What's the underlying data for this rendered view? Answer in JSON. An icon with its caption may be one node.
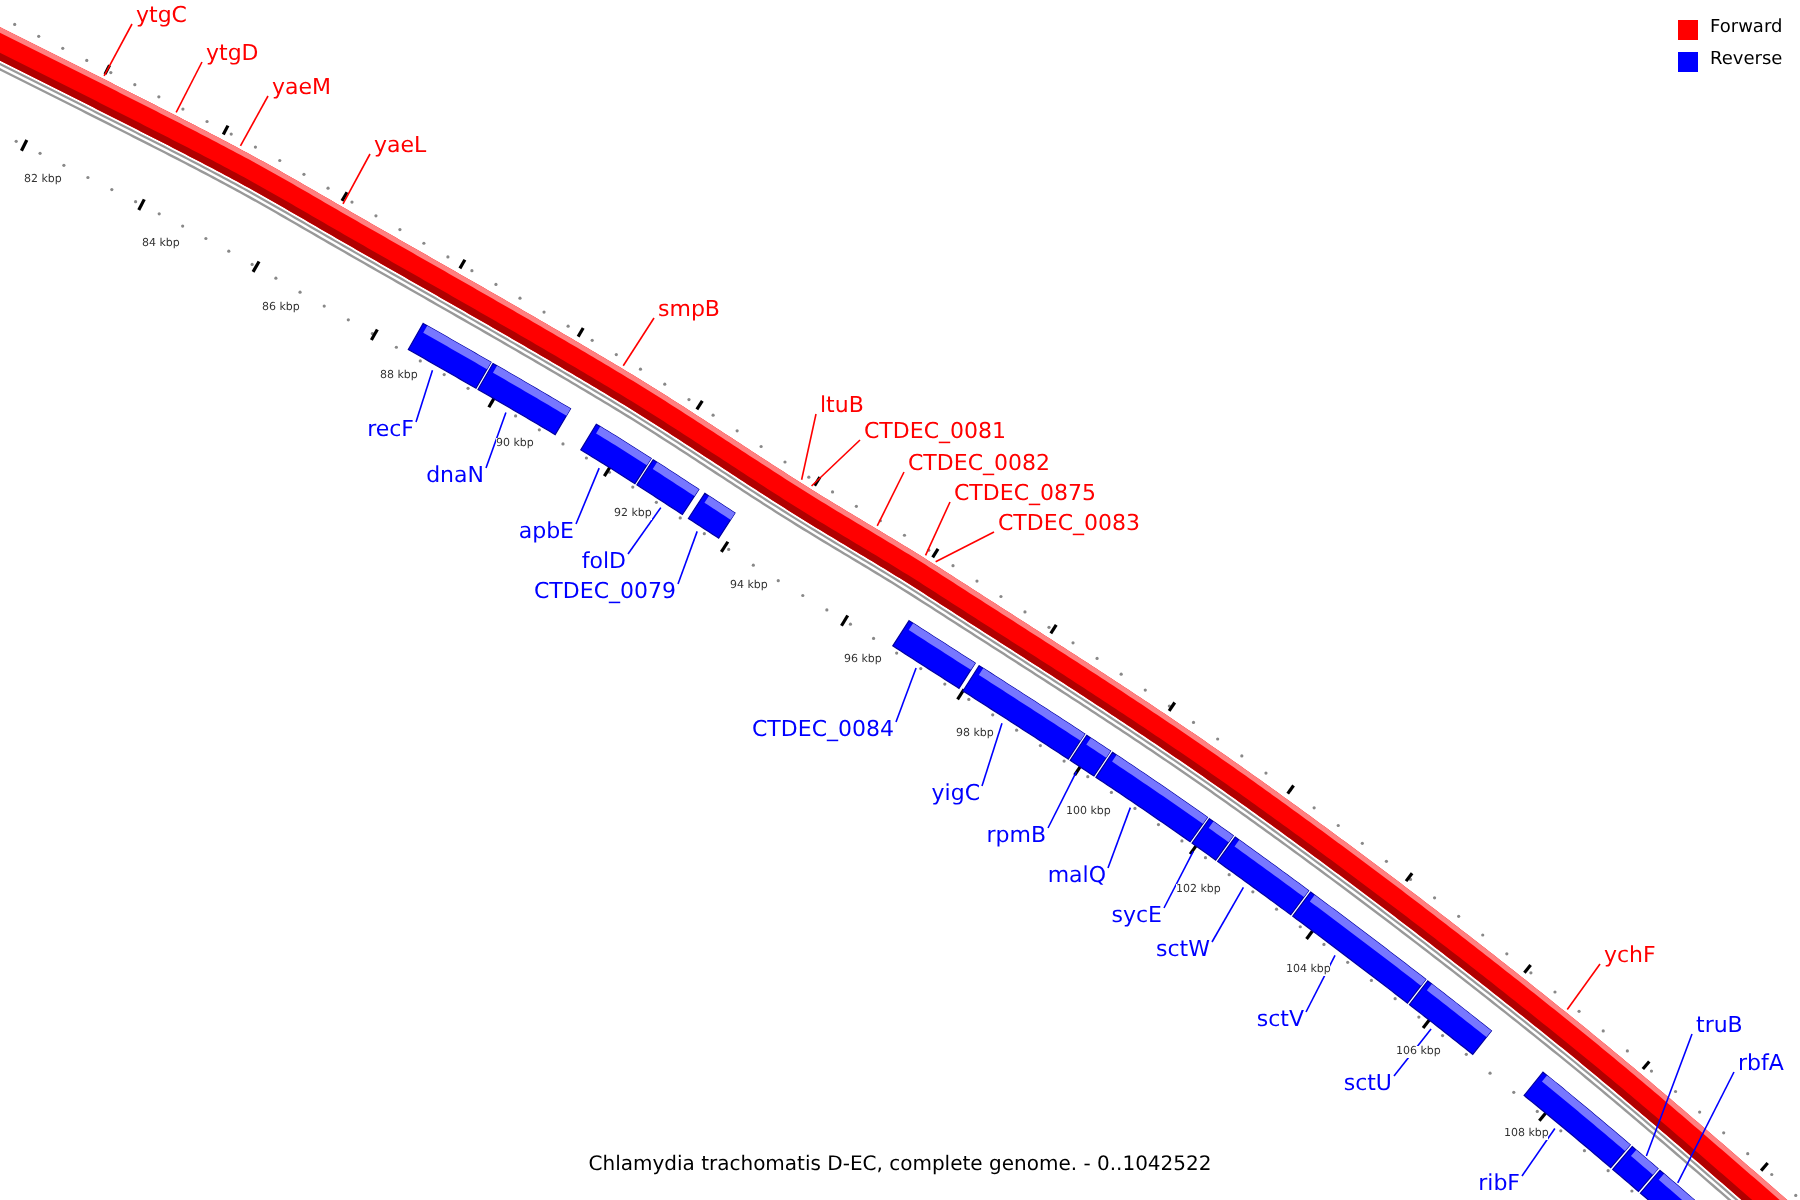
{
  "diagram": {
    "caption": "Chlamydia trachomatis D-EC, complete genome. - 0..1042522",
    "nodes": [
      {
        "text": [
          "ytgC"
        ]
      },
      {
        "text": [
          "ytgD"
        ]
      },
      {
        "text": [
          "yaeM"
        ]
      },
      {
        "text": [
          "yaeL"
        ]
      },
      {
        "text": [
          "smpB"
        ]
      },
      {
        "text": [
          "recF"
        ]
      },
      {
        "text": [
          "dnaN"
        ]
      },
      {
        "text": [
          "ltuB"
        ]
      },
      {
        "text": [
          "CTDEC_0081"
        ]
      },
      {
        "text": [
          "apbE"
        ]
      },
      {
        "text": [
          "CTDEC_0082"
        ]
      },
      {
        "text": [
          "folD"
        ]
      },
      {
        "text": [
          "CTDEC_0875"
        ]
      },
      {
        "text": [
          "CTDEC_0083"
        ]
      },
      {
        "text": [
          "CTDEC_0079"
        ]
      },
      {
        "text": [
          "CTDEC_0084"
        ]
      },
      {
        "text": [
          "yigC"
        ]
      },
      {
        "text": [
          "rpmB"
        ]
      },
      {
        "text": [
          "malQ"
        ]
      },
      {
        "text": [
          "sycE"
        ]
      },
      {
        "text": [
          "sctW"
        ]
      },
      {
        "text": [
          "ychF"
        ]
      },
      {
        "text": [
          "sctV"
        ]
      },
      {
        "text": [
          "truB"
        ]
      },
      {
        "text": [
          "rbfA"
        ]
      },
      {
        "text": [
          "sctU"
        ]
      },
      {
        "text": [
          "ribF"
        ]
      },
      {
        "text": [],
        "shape": "bar"
      },
      {
        "text": [],
        "shape": "bar"
      },
      {
        "text": [],
        "shape": "bar"
      },
      {
        "text": [],
        "shape": "bar"
      },
      {
        "text": [],
        "shape": "bar"
      },
      {
        "text": [],
        "shape": "bar"
      },
      {
        "text": [],
        "shape": "bar"
      },
      {
        "text": [],
        "shape": "bar"
      },
      {
        "text": [],
        "shape": "bar"
      },
      {
        "text": [],
        "shape": "bar"
      },
      {
        "text": [],
        "shape": "bar"
      },
      {
        "text": [],
        "shape": "bar"
      },
      {
        "text": [],
        "shape": "bar"
      },
      {
        "text": [],
        "shape": "bar"
      },
      {
        "text": [],
        "shape": "bar"
      },
      {
        "text": [],
        "shape": "bar"
      }
    ],
    "edges": [
      {
        "from": 0,
        "to": null,
        "arrow": "none",
        "color": "#ff0000"
      },
      {
        "from": 1,
        "to": null,
        "arrow": "none",
        "color": "#ff0000"
      },
      {
        "from": 2,
        "to": null,
        "arrow": "none",
        "color": "#ff0000"
      },
      {
        "from": 3,
        "to": null,
        "arrow": "none",
        "color": "#ff0000"
      },
      {
        "from": 4,
        "to": null,
        "arrow": "none",
        "color": "#ff0000"
      },
      {
        "from": 5,
        "to": 27,
        "arrow": "none"
      },
      {
        "from": 6,
        "to": 28,
        "arrow": "none"
      },
      {
        "from": 7,
        "to": null,
        "arrow": "none",
        "color": "#ff0000"
      },
      {
        "from": 8,
        "to": null,
        "arrow": "none",
        "color": "#ff0000"
      },
      {
        "from": 9,
        "to": 29,
        "arrow": "none"
      },
      {
        "from": 10,
        "to": null,
        "arrow": "none",
        "color": "#ff0000"
      },
      {
        "from": 11,
        "to": 30,
        "arrow": "none"
      },
      {
        "from": 12,
        "to": null,
        "arrow": "none",
        "color": "#ff0000"
      },
      {
        "from": 13,
        "to": null,
        "arrow": "none",
        "color": "#ff0000"
      },
      {
        "from": 14,
        "to": 31,
        "arrow": "none"
      },
      {
        "from": 15,
        "to": 32,
        "arrow": "none"
      },
      {
        "from": 16,
        "to": 33,
        "arrow": "none"
      },
      {
        "from": 17,
        "to": 34,
        "arrow": "none"
      },
      {
        "from": 18,
        "to": 35,
        "arrow": "none"
      },
      {
        "from": 19,
        "to": 36,
        "arrow": "none"
      },
      {
        "from": 20,
        "to": 37,
        "arrow": "none"
      },
      {
        "from": 21,
        "to": null,
        "arrow": "none",
        "color": "#ff0000"
      },
      {
        "from": 22,
        "to": 38,
        "arrow": "none"
      },
      {
        "from": 23,
        "to": 41,
        "arrow": "none"
      },
      {
        "from": 24,
        "to": 42,
        "arrow": "none"
      },
      {
        "from": 25,
        "to": 39,
        "arrow": "none"
      },
      {
        "from": 26,
        "to": 40,
        "arrow": "none"
      }
    ],
    "labels": [
      "82 kbp",
      "84 kbp",
      "86 kbp",
      "88 kbp",
      "90 kbp",
      "92 kbp",
      "94 kbp",
      "96 kbp",
      "98 kbp",
      "100 kbp",
      "102 kbp",
      "104 kbp",
      "106 kbp",
      "108 kbp"
    ],
    "legend": [
      {
        "text": "Forward",
        "color": "#ff0000"
      },
      {
        "text": "Reverse",
        "color": "#0000ff"
      }
    ]
  }
}
